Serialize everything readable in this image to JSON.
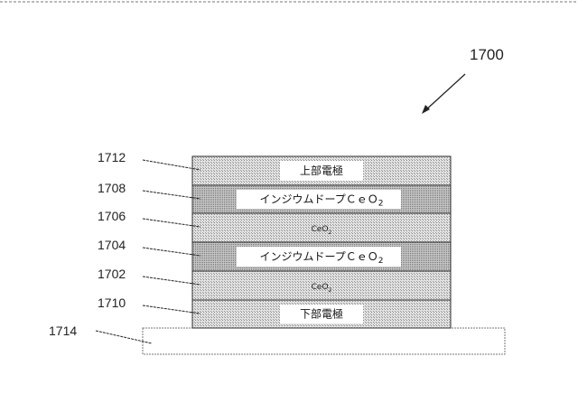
{
  "figure_number": "1700",
  "layers": [
    {
      "ref": "1712",
      "label": "上部電極",
      "kind": "electrode"
    },
    {
      "ref": "1708",
      "label": "インジウムドープＣｅＯ",
      "sub": "2",
      "kind": "doped"
    },
    {
      "ref": "1706",
      "label": "CeO",
      "sub": "2",
      "kind": "oxide"
    },
    {
      "ref": "1704",
      "label": "インジウムドープＣｅＯ",
      "sub": "2",
      "kind": "doped"
    },
    {
      "ref": "1702",
      "label": "CeO",
      "sub": "2",
      "kind": "oxide"
    },
    {
      "ref": "1710",
      "label": "下部電極",
      "kind": "electrode"
    }
  ],
  "substrate": {
    "ref": "1714"
  },
  "colors": {
    "light": "#cfcfcf",
    "dark": "#a9a9a9",
    "line": "#333333"
  }
}
